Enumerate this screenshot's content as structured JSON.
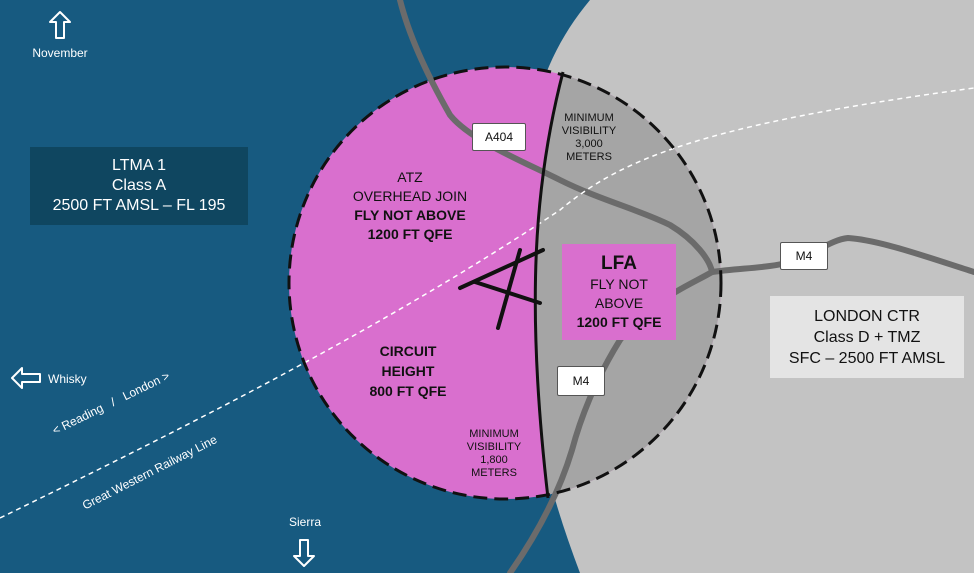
{
  "directions": {
    "north": "November",
    "west": "Whisky",
    "south": "Sierra"
  },
  "ltma": {
    "name": "LTMA 1",
    "class": "Class A",
    "limits": "2500 FT AMSL – FL 195"
  },
  "london_ctr": {
    "name": "LONDON CTR",
    "class": "Class D + TMZ",
    "limits": "SFC – 2500 FT AMSL"
  },
  "atz": {
    "line1": "ATZ",
    "line2": "OVERHEAD JOIN",
    "line3": "FLY NOT ABOVE",
    "line4": "1200 FT QFE"
  },
  "circuit": {
    "line1": "CIRCUIT",
    "line2": "HEIGHT",
    "line3": "800 FT QFE"
  },
  "lfa": {
    "title": "LFA",
    "line1": "FLY NOT",
    "line2": "ABOVE",
    "line3": "1200 FT QFE"
  },
  "vis_north": {
    "line1": "MINIMUM",
    "line2": "VISIBILITY",
    "line3": "3,000",
    "line4": "METERS"
  },
  "vis_south": {
    "line1": "MINIMUM",
    "line2": "VISIBILITY",
    "line3": "1,800",
    "line4": "METERS"
  },
  "roads": {
    "a404": "A404",
    "m4_east": "M4",
    "m4_south": "M4"
  },
  "railway": {
    "line1": "< Reading   /   London >",
    "line2": "Great Western Railway Line"
  },
  "colors": {
    "class_a": "#175a80",
    "class_d": "#c3c3c3",
    "atz": "#d96fce",
    "lfa_grey": "#a5a5a5"
  }
}
